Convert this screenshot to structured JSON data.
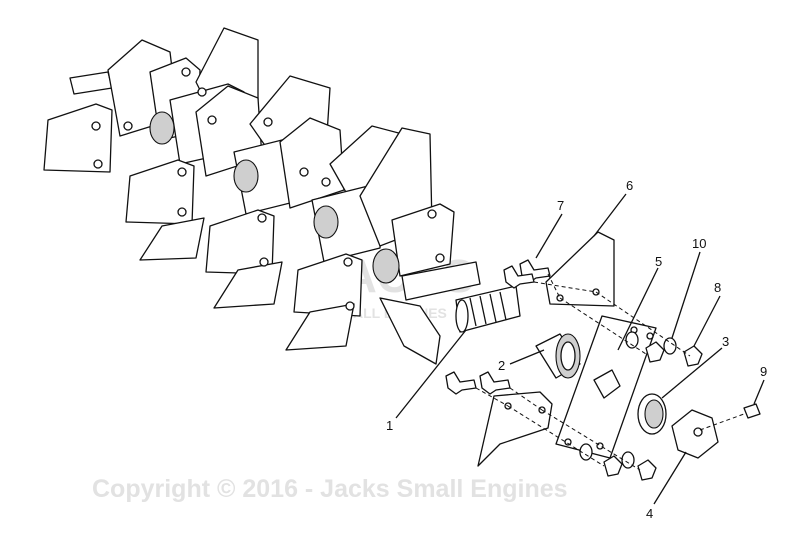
{
  "callouts": [
    {
      "id": "1",
      "label": "1"
    },
    {
      "id": "2",
      "label": "2"
    },
    {
      "id": "3",
      "label": "3"
    },
    {
      "id": "4",
      "label": "4"
    },
    {
      "id": "5",
      "label": "5"
    },
    {
      "id": "6",
      "label": "6"
    },
    {
      "id": "7",
      "label": "7"
    },
    {
      "id": "8",
      "label": "8"
    },
    {
      "id": "9",
      "label": "9"
    },
    {
      "id": "10",
      "label": "10"
    }
  ],
  "watermark": {
    "logo_main": "JACKS",
    "logo_sub": "SMALL ENGINES",
    "copyright": "Copyright © 2016 - Jacks Small Engines"
  },
  "colors": {
    "line": "#111111",
    "watermark": "#e2e2e2"
  }
}
